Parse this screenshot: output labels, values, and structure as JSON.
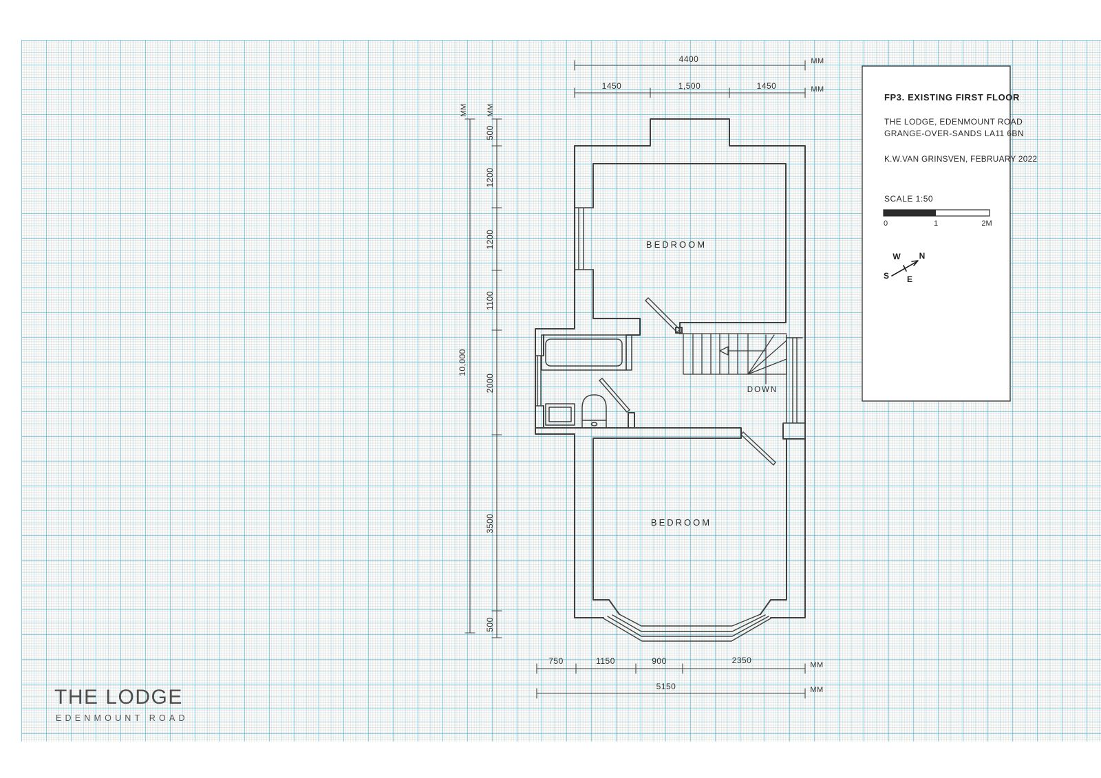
{
  "colors": {
    "paper": "#ffffff",
    "grid_major": "#50bed8",
    "ink": "#3f3f3f",
    "scale_bar_fill": "#2b2b2b"
  },
  "title_block": {
    "title": "FP3. EXISTING FIRST FLOOR",
    "address_line1": "THE LODGE, EDENMOUNT ROAD",
    "address_line2": "GRANGE-OVER-SANDS LA11 6BN",
    "author_line": "K.W.VAN GRINSVEN, FEBRUARY 2022",
    "scale_label": "SCALE 1:50",
    "scale_ticks": [
      "0",
      "1",
      "2M"
    ],
    "compass": {
      "n": "N",
      "e": "E",
      "s": "S",
      "w": "W"
    }
  },
  "plan": {
    "room_labels": [
      "BEDROOM",
      "BEDROOM"
    ],
    "stair_label": "DOWN"
  },
  "dimensions": {
    "unit": "MM",
    "top": {
      "total": "4400",
      "segments": [
        "1450",
        "1,500",
        "1450"
      ]
    },
    "left": {
      "total": "10,000",
      "segments": [
        "500",
        "1200",
        "1200",
        "1100",
        "2000",
        "3500",
        "500"
      ]
    },
    "bottom": {
      "total": "5150",
      "segments": [
        "750",
        "1150",
        "900",
        "2350"
      ]
    }
  },
  "logo": {
    "name": "THE LODGE",
    "subtitle": "EDENMOUNT ROAD"
  }
}
